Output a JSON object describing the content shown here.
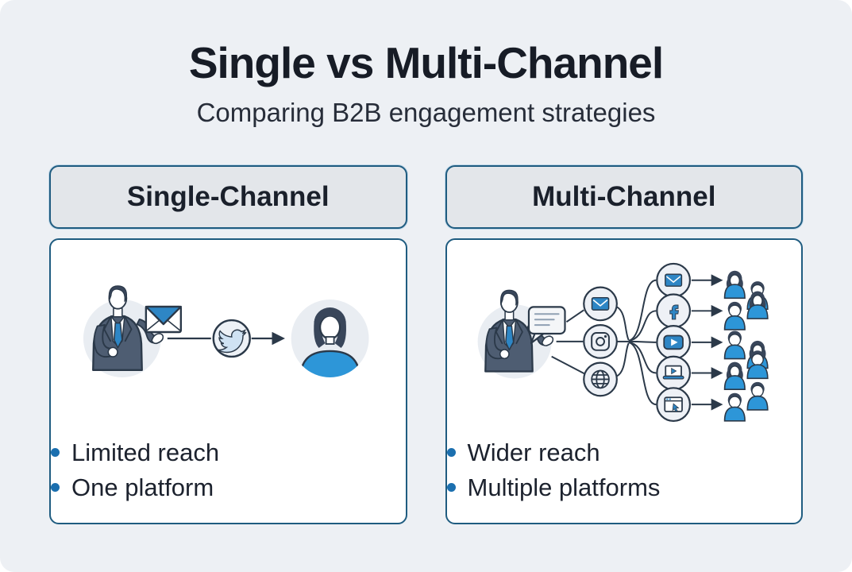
{
  "page": {
    "title": "Single vs Multi-Channel",
    "subtitle": "Comparing B2B engagement strategies"
  },
  "colors": {
    "background": "#edf0f4",
    "panel_background": "#ffffff",
    "panel_border": "#1f5c80",
    "header_background": "#e3e6ea",
    "accent_blue": "#2e86c5",
    "people_blue": "#2d96d8",
    "outline_dark": "#2b3949",
    "bullet_dot": "#1b6faf",
    "text_primary": "#1c222e"
  },
  "panels": [
    {
      "id": "single-channel",
      "header": "Single-Channel",
      "bullets": [
        "Limited reach",
        "One platform"
      ],
      "illustration": {
        "icons": [
          "businessman-icon",
          "email-envelope-icon",
          "twitter-bird-icon",
          "arrow-right-icon",
          "woman-avatar-icon"
        ]
      }
    },
    {
      "id": "multi-channel",
      "header": "Multi-Channel",
      "bullets": [
        "Wider reach",
        "Multiple platforms"
      ],
      "illustration": {
        "icons": [
          "businessman-icon",
          "speech-bubble-icon",
          "email-envelope-icon",
          "instagram-icon",
          "globe-icon",
          "facebook-icon",
          "youtube-icon",
          "webinar-laptop-icon",
          "website-browser-icon",
          "audience-people-icons",
          "arrow-right-icon"
        ]
      }
    }
  ]
}
